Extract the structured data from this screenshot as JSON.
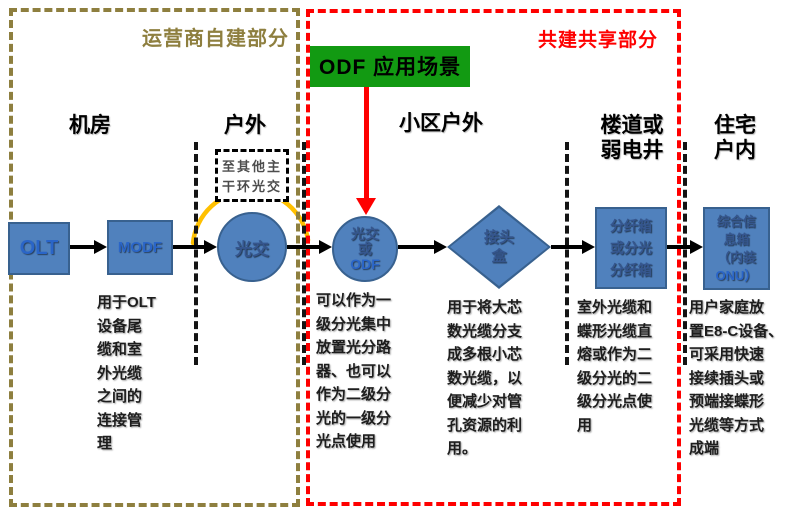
{
  "regions": {
    "self_built_label": "运营商自建部分",
    "shared_label": "共建共享部分"
  },
  "title_label": "ODF 应用场景",
  "columns": {
    "c1": "机房",
    "c2": "户外",
    "c3": "小区户外",
    "c4": "楼道或\n弱电井",
    "c5": "住宅\n户内"
  },
  "annotation": "至其他主\n干环光交",
  "nodes": {
    "olt": {
      "label": "OLT"
    },
    "modf": {
      "label": "MODF",
      "desc": "用于OLT\n设备尾\n缆和室\n外光缆\n之间的\n连接管\n理"
    },
    "gj1": {
      "label": "光交"
    },
    "gj2": {
      "label_top": "光交\n或",
      "label_sub": "ODF",
      "desc": "可以作为一\n级分光集中\n放置光分路\n器、也可以\n作为二级分\n光的一级分\n光点使用"
    },
    "jtb": {
      "label": "接头\n盒",
      "desc": "用于将大芯\n数光缆分支\n成多根小芯\n数光缆，以\n便减少对管\n孔资源的利\n用。"
    },
    "fxx": {
      "label": "分纤箱\n或分光\n分纤箱",
      "desc": "室外光缆和\n蝶形光缆直\n熔或作为二\n级分光的二\n级分光点使\n用"
    },
    "zhx": {
      "label_top": "综合信\n息箱\n（内装",
      "label_sub": "ONU）",
      "desc": "用户家庭放\n置E8-C设备、\n可采用快速\n接续插头或\n预端接蝶形\n光缆等方式\n成端"
    }
  },
  "colors": {
    "node_fill": "#5081BD",
    "node_border": "#38618F",
    "node_label_blue": "#2A65C8",
    "self_built_accent": "#8E7F3F",
    "shared_accent": "#FE0000",
    "title_bg": "#129A12",
    "ring_accent": "#FFC000"
  }
}
